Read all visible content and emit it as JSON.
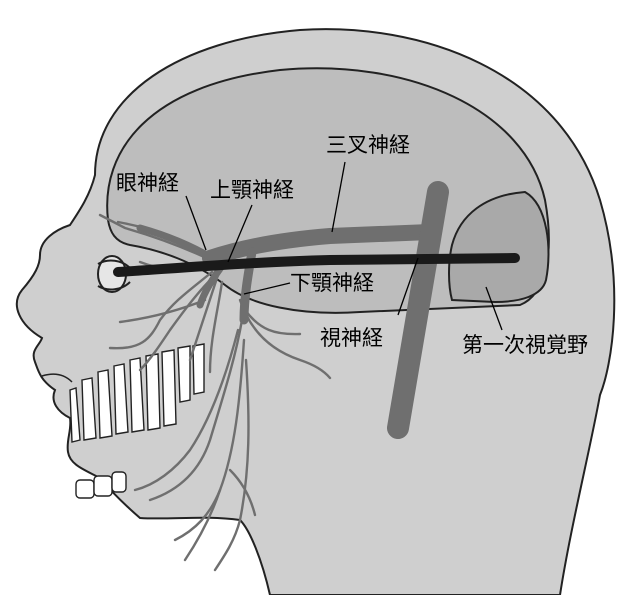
{
  "labels": {
    "trigeminal_nerve": "三叉神経",
    "ophthalmic_nerve": "眼神経",
    "maxillary_nerve": "上顎神経",
    "mandibular_nerve": "下顎神経",
    "optic_nerve": "視神経",
    "primary_visual_cortex": "第一次視覚野"
  },
  "colors": {
    "head_fill": "#cfcfcf",
    "brain_fill": "#bdbdbd",
    "nerve_gray": "#6f6f6f",
    "optic_black": "#1a1a1a",
    "visual_cortex_fill": "#a9a9a9",
    "outline": "#222222",
    "teeth": "#ffffff"
  }
}
